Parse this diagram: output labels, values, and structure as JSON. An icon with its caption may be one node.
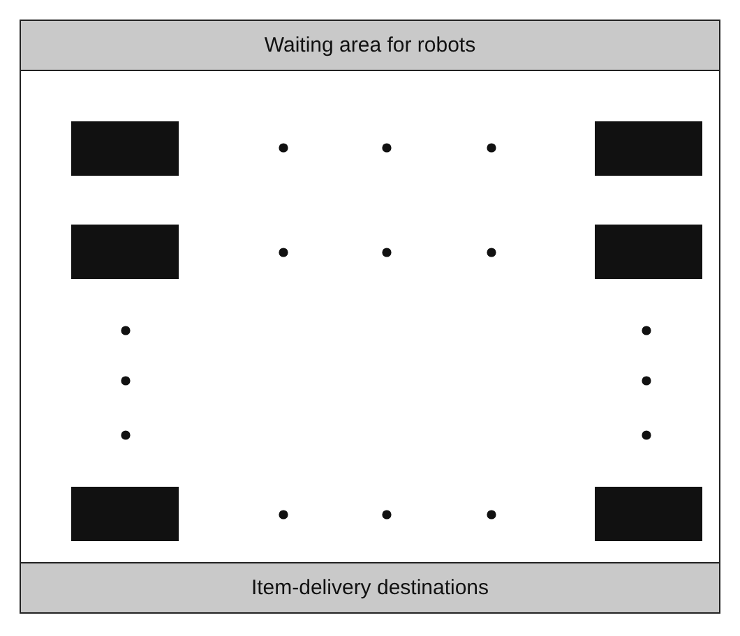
{
  "diagram": {
    "nodes": [
      {
        "text": [
          "Waiting area for robots"
        ]
      },
      {
        "text": [],
        "shape": "box"
      },
      {
        "text": [],
        "shape": "box"
      },
      {
        "text": [],
        "shape": "box"
      },
      {
        "text": [],
        "shape": "box"
      },
      {
        "text": [],
        "shape": "box"
      },
      {
        "text": [],
        "shape": "box"
      },
      {
        "text": [
          "Item-delivery destinations"
        ]
      }
    ]
  }
}
